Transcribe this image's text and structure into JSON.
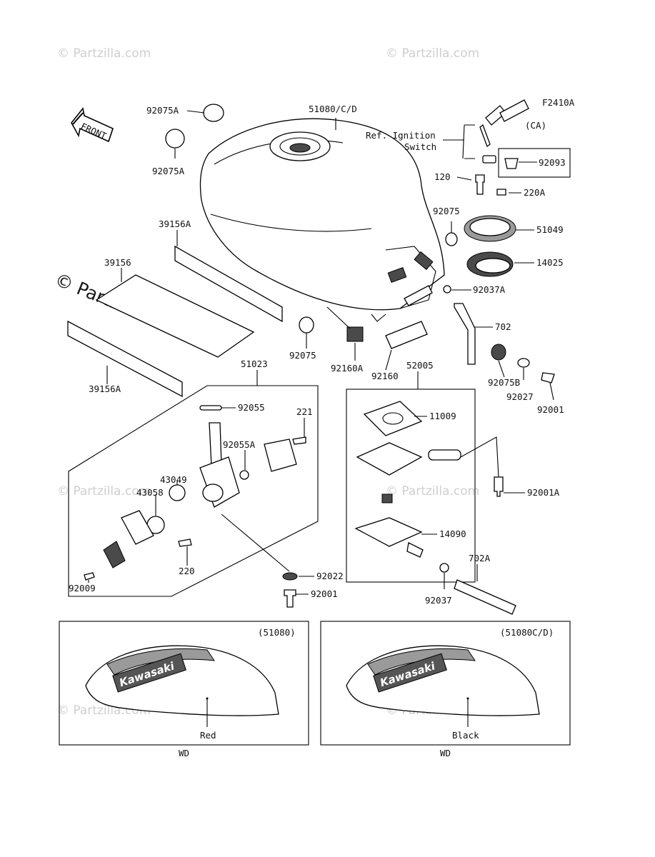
{
  "figure_code": "F2410A",
  "front_label": "FRONT",
  "watermark": "© Partzilla.com",
  "parts": {
    "p92075A_top": "92075A",
    "p92075A_left": "92075A",
    "p51080": "51080/C/D",
    "ref_ignition_1": "Ref. Ignition",
    "ref_ignition_2": "Switch",
    "ca": "(CA)",
    "p92093": "92093",
    "p120": "120",
    "p220A": "220A",
    "p92075_right": "92075",
    "p51049": "51049",
    "p14025": "14025",
    "p92037A": "92037A",
    "p39156A_top": "39156A",
    "p39156": "39156",
    "p39156A_bot": "39156A",
    "p702": "702",
    "p92075_mid": "92075",
    "p92160A": "92160A",
    "p92160": "92160",
    "p52005": "52005",
    "p92075B": "92075B",
    "p92027": "92027",
    "p92001_right": "92001",
    "p51023": "51023",
    "p92055": "92055",
    "p221": "221",
    "p92055A": "92055A",
    "p11009": "11009",
    "p43049": "43049",
    "p43058": "43058",
    "p92001A": "92001A",
    "p14090": "14090",
    "p220": "220",
    "p702A": "702A",
    "p92022": "92022",
    "p92009": "92009",
    "p92001_bot": "92001",
    "p92037": "92037"
  },
  "variants": [
    {
      "code": "(51080)",
      "brand": "Kawasaki",
      "color": "Red",
      "marking": "WD"
    },
    {
      "code": "(51080C/D)",
      "brand": "Kawasaki",
      "color": "Black",
      "marking": "WD"
    }
  ]
}
